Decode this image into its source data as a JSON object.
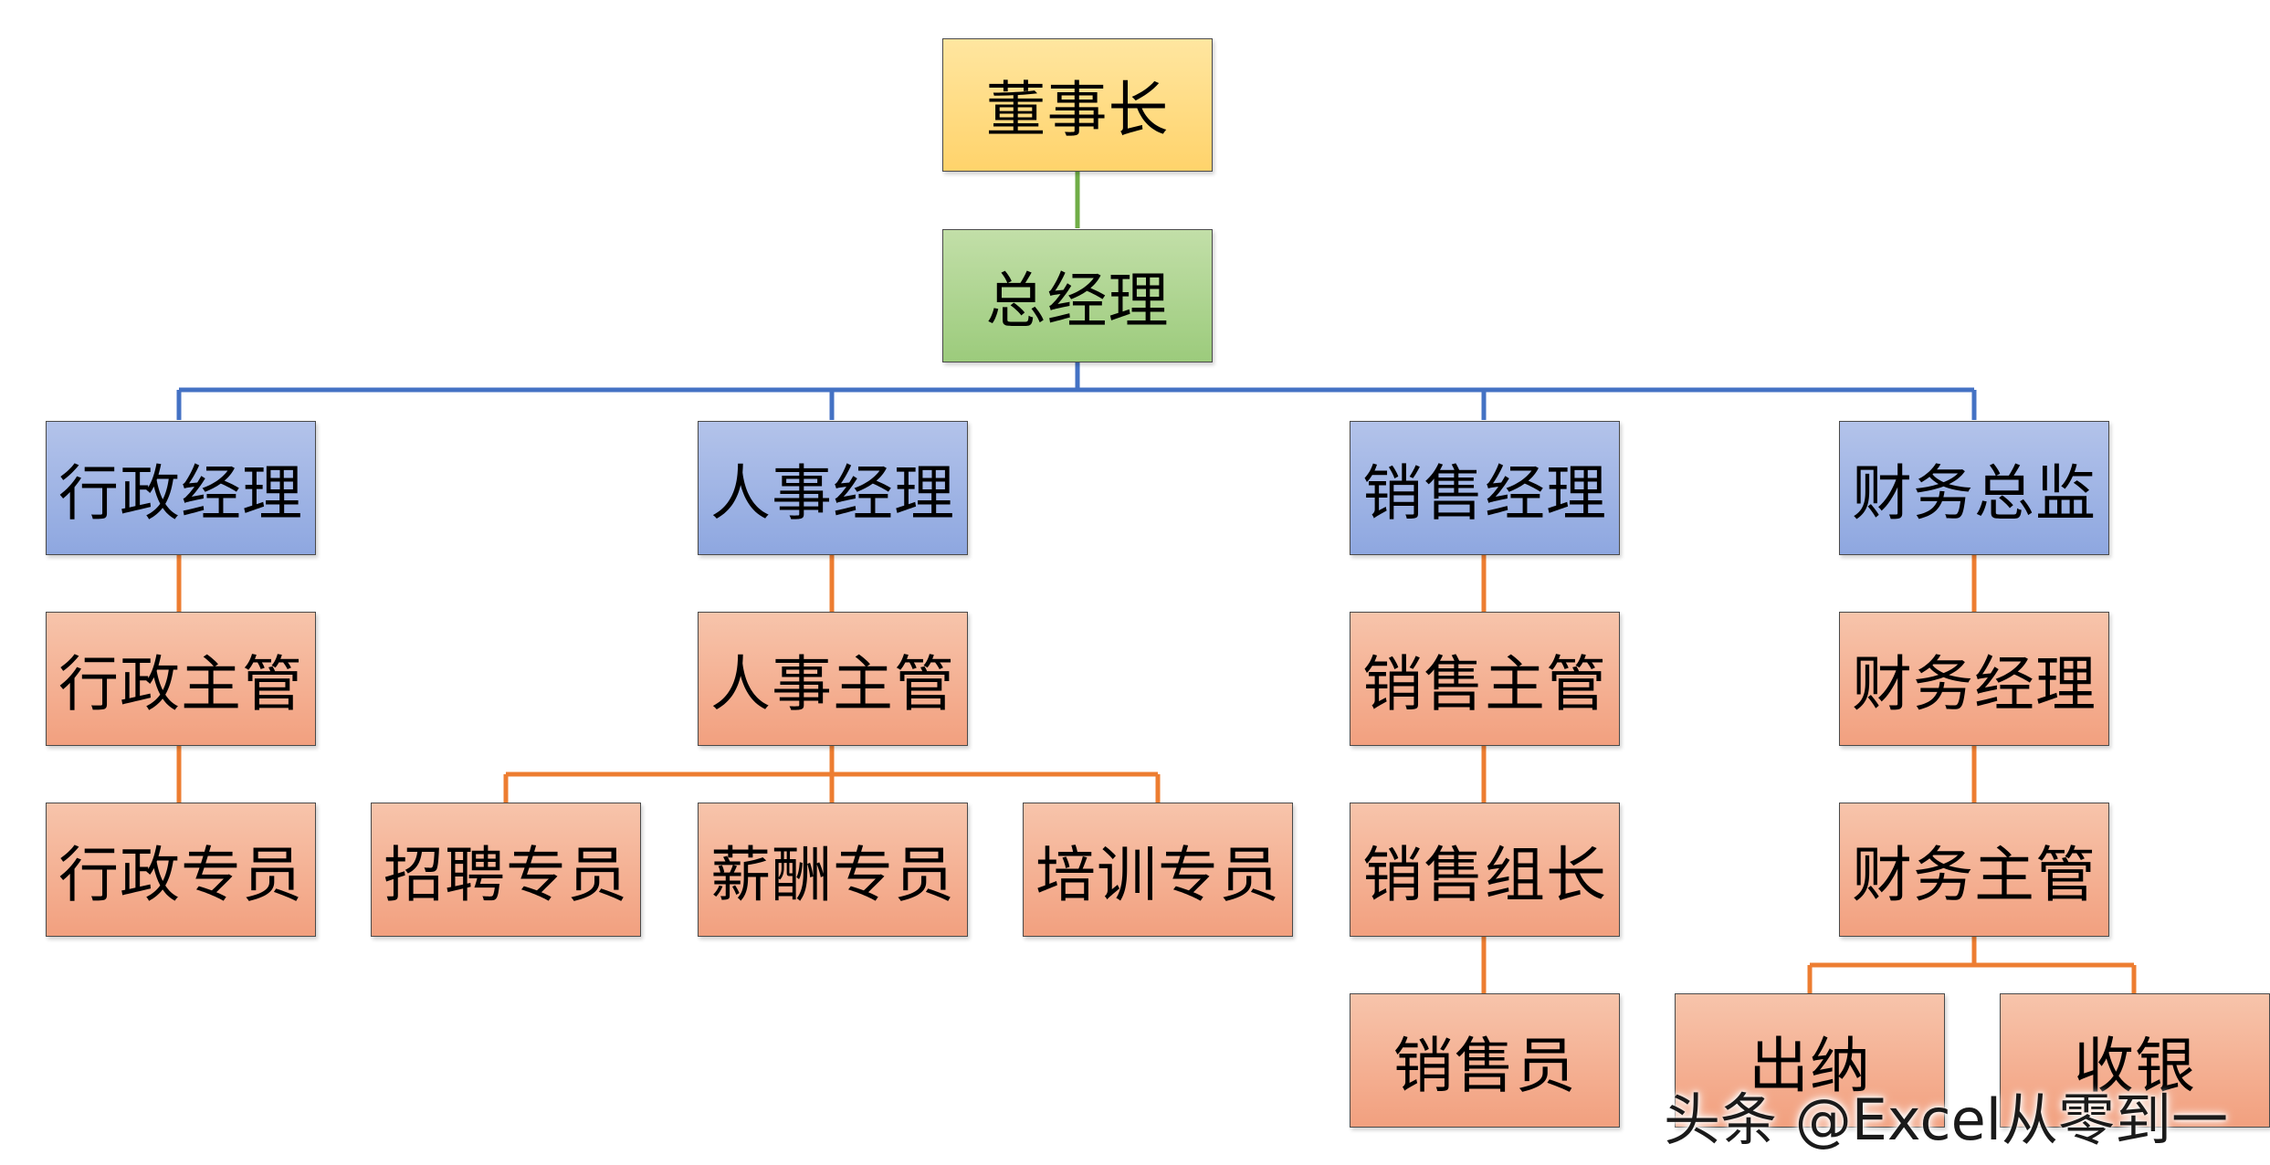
{
  "colors": {
    "top_connector": "#70ad47",
    "blue_connector": "#4472c4",
    "orange_connector": "#ed7d31"
  },
  "nodes": {
    "chairman": "董事长",
    "gm": "总经理",
    "admin_manager": "行政经理",
    "admin_supervisor": "行政主管",
    "admin_specialist": "行政专员",
    "hr_manager": "人事经理",
    "hr_supervisor": "人事主管",
    "recruit_specialist": "招聘专员",
    "salary_specialist": "薪酬专员",
    "training_specialist": "培训专员",
    "sales_manager": "销售经理",
    "sales_supervisor": "销售主管",
    "sales_team_lead": "销售组长",
    "salesperson": "销售员",
    "finance_director": "财务总监",
    "finance_manager": "财务经理",
    "finance_supervisor": "财务主管",
    "cashier": "出纳",
    "collection": "收银"
  },
  "watermark": "头条 @Excel从零到一"
}
